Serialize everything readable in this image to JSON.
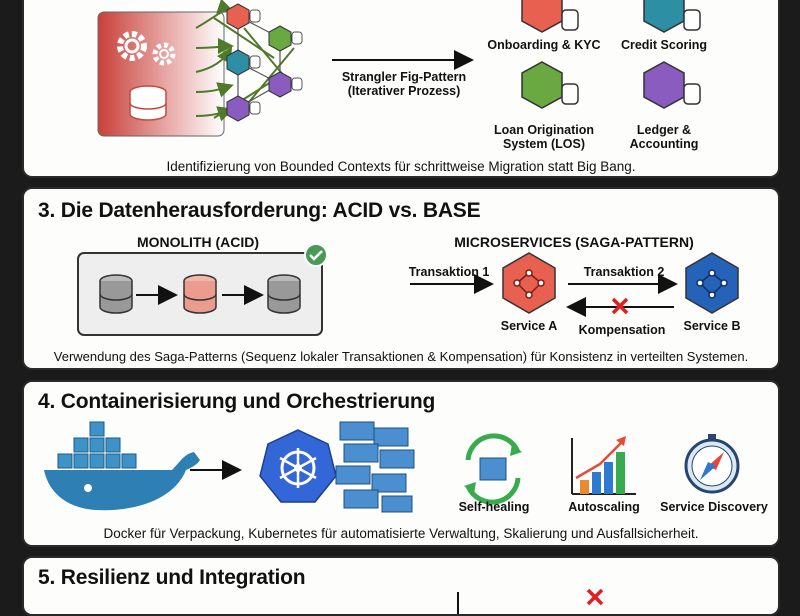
{
  "section2": {
    "arrow_label_1": "Strangler Fig-Pattern",
    "arrow_label_2": "(Iterativer Prozess)",
    "services": [
      "Onboarding & KYC",
      "Credit Scoring",
      "Loan Origination",
      "System (LOS)",
      "Ledger &",
      "Accounting"
    ],
    "caption": "Identifizierung von Bounded Contexts für schrittweise Migration statt Big Bang."
  },
  "section3": {
    "title": "3. Die Datenherausforderung: ACID vs. BASE",
    "monolith_label": "MONOLITH (ACID)",
    "micro_label": "MICROSERVICES (SAGA-PATTERN)",
    "tx1": "Transaktion 1",
    "tx2": "Transaktion 2",
    "service_a": "Service A",
    "service_b": "Service B",
    "compensation": "Kompensation",
    "caption": "Verwendung des Saga-Patterns (Sequenz lokaler Transaktionen & Kompensation) für Konsistenz in verteilten Systemen."
  },
  "section4": {
    "title": "4. Containerisierung und Orchestrierung",
    "self_healing": "Self-healing",
    "autoscaling": "Autoscaling",
    "service_discovery": "Service Discovery",
    "caption": "Docker für Verpackung, Kubernetes für automatisierte Verwaltung, Skalierung und Ausfallsicherheit."
  },
  "section5": {
    "title": "5. Resilienz und Integration"
  },
  "colors": {
    "red": "#e8604f",
    "teal": "#2d8fa3",
    "green": "#6aa842",
    "purple": "#8a5cc0",
    "blue": "#2563b8",
    "docker": "#2d7fb4"
  }
}
